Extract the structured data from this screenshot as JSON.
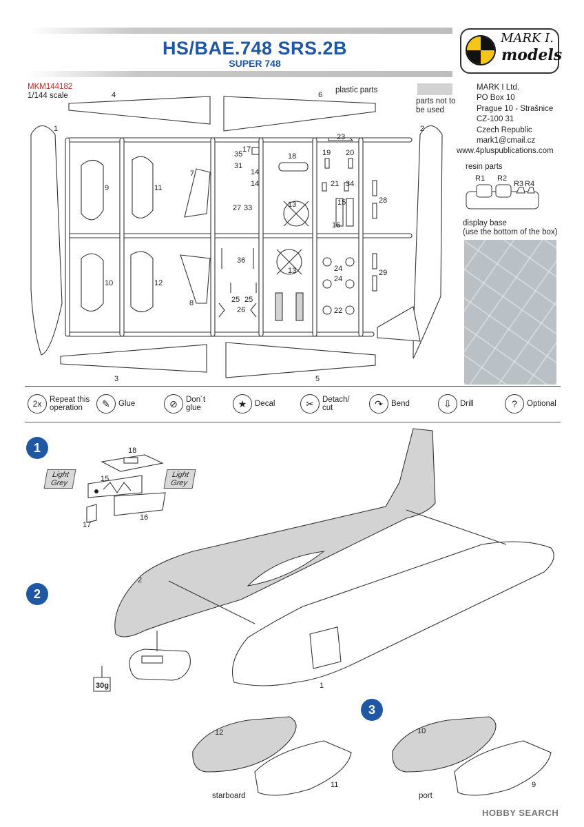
{
  "header": {
    "title": "HS/BAE.748 SRS.2B",
    "subtitle": "SUPER 748",
    "code": "MKM144182",
    "scale": "1/144 scale"
  },
  "logo": {
    "line1": "MARK I.",
    "line2": "models"
  },
  "sprue": {
    "plastic_parts_label": "plastic parts",
    "not_used_label": "parts not to be used",
    "part_numbers": [
      "1",
      "2",
      "3",
      "4",
      "5",
      "6",
      "7",
      "8",
      "9",
      "10",
      "11",
      "12",
      "13",
      "13",
      "14",
      "14",
      "15",
      "16",
      "17",
      "18",
      "19",
      "20",
      "21",
      "22",
      "23",
      "24",
      "24",
      "25",
      "25",
      "26",
      "27",
      "28",
      "29",
      "31",
      "33",
      "34",
      "35",
      "36"
    ]
  },
  "address": {
    "lines": [
      "MARK I Ltd.",
      "PO Box 10",
      "Prague 10 - Strašnice",
      "CZ-100 31",
      "Czech Republic",
      "mark1@cmail.cz",
      "www.4pluspublications.com"
    ]
  },
  "resin": {
    "label": "resin parts",
    "parts": [
      "R1",
      "R2",
      "R3",
      "R4"
    ]
  },
  "display_base": {
    "label_line1": "display base",
    "label_line2": "(use the bottom of the box)"
  },
  "legend": [
    {
      "icon": "repeat-icon",
      "glyph": "2x",
      "label_line1": "Repeat this",
      "label_line2": "operation"
    },
    {
      "icon": "glue-icon",
      "glyph": "✎",
      "label_line1": "Glue",
      "label_line2": ""
    },
    {
      "icon": "dont-glue-icon",
      "glyph": "⊘",
      "label_line1": "Don´t",
      "label_line2": "glue"
    },
    {
      "icon": "decal-icon",
      "glyph": "★",
      "label_line1": "Decal",
      "label_line2": ""
    },
    {
      "icon": "detach-icon",
      "glyph": "✂",
      "label_line1": "Detach/",
      "label_line2": "cut"
    },
    {
      "icon": "bend-icon",
      "glyph": "↷",
      "label_line1": "Bend",
      "label_line2": ""
    },
    {
      "icon": "drill-icon",
      "glyph": "⇩",
      "label_line1": "Drill",
      "label_line2": ""
    },
    {
      "icon": "optional-icon",
      "glyph": "?",
      "label_line1": "Optional",
      "label_line2": ""
    }
  ],
  "steps": {
    "step1": {
      "number": "1",
      "color_tag": "Light Grey",
      "parts": [
        "18",
        "15",
        "16",
        "17"
      ]
    },
    "step2": {
      "number": "2",
      "parts": [
        "2",
        "1"
      ],
      "weight": "30g"
    },
    "step3": {
      "number": "3",
      "starboard_label": "starboard",
      "port_label": "port",
      "parts": [
        "12",
        "11",
        "10",
        "9"
      ]
    }
  },
  "watermark": "HOBBY SEARCH",
  "colors": {
    "title_blue": "#1f57a3",
    "code_red": "#c0261c",
    "part_grey": "#d3d3d3"
  }
}
